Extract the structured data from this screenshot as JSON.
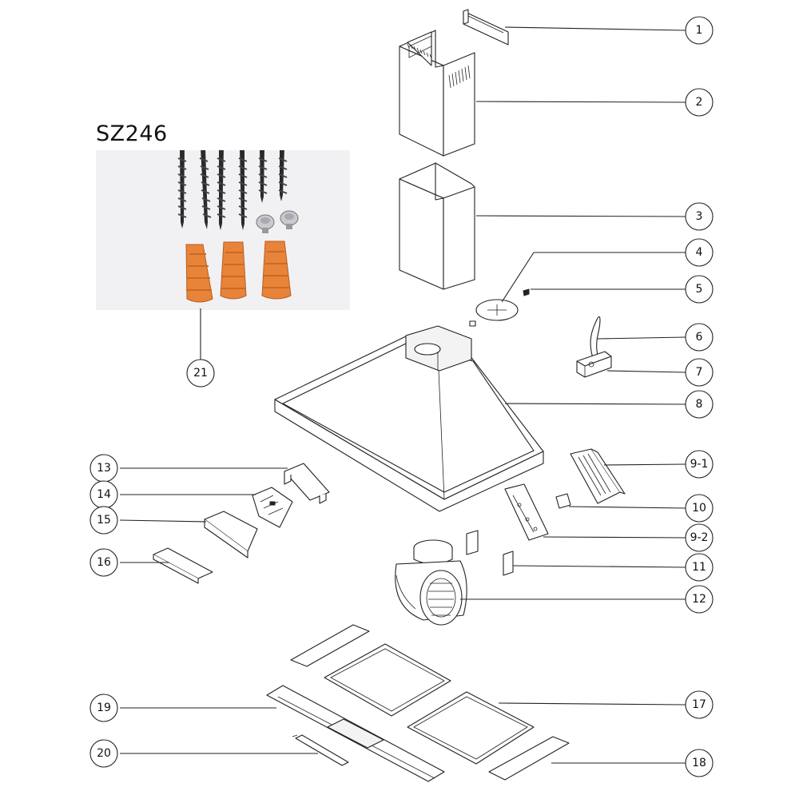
{
  "kit": {
    "label": "SZ246",
    "colors": {
      "wire_nut": "#e8833a",
      "screw": "#2a2a2a",
      "photo_bg": "#f1f1f4"
    }
  },
  "callouts": [
    {
      "id": "c1",
      "label": "1"
    },
    {
      "id": "c2",
      "label": "2"
    },
    {
      "id": "c3",
      "label": "3"
    },
    {
      "id": "c4",
      "label": "4"
    },
    {
      "id": "c5",
      "label": "5"
    },
    {
      "id": "c6",
      "label": "6"
    },
    {
      "id": "c7",
      "label": "7"
    },
    {
      "id": "c8",
      "label": "8"
    },
    {
      "id": "c9-1",
      "label": "9-1"
    },
    {
      "id": "c10",
      "label": "10"
    },
    {
      "id": "c9-2",
      "label": "9-2"
    },
    {
      "id": "c11",
      "label": "11"
    },
    {
      "id": "c12",
      "label": "12"
    },
    {
      "id": "c13",
      "label": "13"
    },
    {
      "id": "c14",
      "label": "14"
    },
    {
      "id": "c15",
      "label": "15"
    },
    {
      "id": "c16",
      "label": "16"
    },
    {
      "id": "c17",
      "label": "17"
    },
    {
      "id": "c18",
      "label": "18"
    },
    {
      "id": "c19",
      "label": "19"
    },
    {
      "id": "c20",
      "label": "20"
    },
    {
      "id": "c21",
      "label": "21"
    }
  ]
}
